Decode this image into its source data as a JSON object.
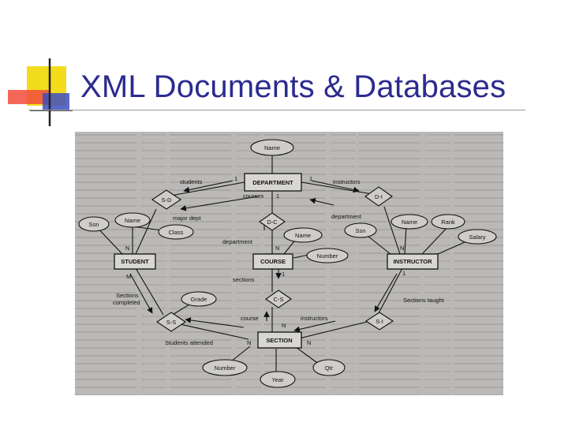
{
  "slide": {
    "title": "XML Documents & Databases"
  },
  "diagram": {
    "entities": {
      "department": "DEPARTMENT",
      "course": "COURSE",
      "student": "STUDENT",
      "instructor": "INSTRUCTOR",
      "section": "SECTION"
    },
    "relationships": {
      "s_d": "S-D",
      "d_c": "D-C",
      "d_i": "D-I",
      "c_s": "C-S",
      "s_s": "S-S",
      "s_i": "S-I"
    },
    "attributes": {
      "dept_name": "Name",
      "student_ssn": "Ssn",
      "student_name": "Name",
      "student_class": "Class",
      "course_name": "Name",
      "course_number": "Number",
      "instr_ssn": "Ssn",
      "instr_name": "Name",
      "instr_rank": "Rank",
      "instr_salary": "Salary",
      "grade": "Grade",
      "sec_number": "Number",
      "sec_year": "Year",
      "sec_qtr": "Qtr"
    },
    "edge_labels": {
      "students": "students",
      "instructors": "instructors",
      "courses": "courses",
      "major_dept": "major dept",
      "department_c": "department",
      "department_i": "department",
      "sections": "sections",
      "sections_completed_1": "Sections",
      "sections_completed_2": "completed",
      "sections_taught": "Sections taught",
      "course": "course",
      "instructors_s": "instructors",
      "students_attended": "Students attended"
    },
    "cardinalities": {
      "one": "1",
      "n": "N",
      "m": "M"
    }
  }
}
